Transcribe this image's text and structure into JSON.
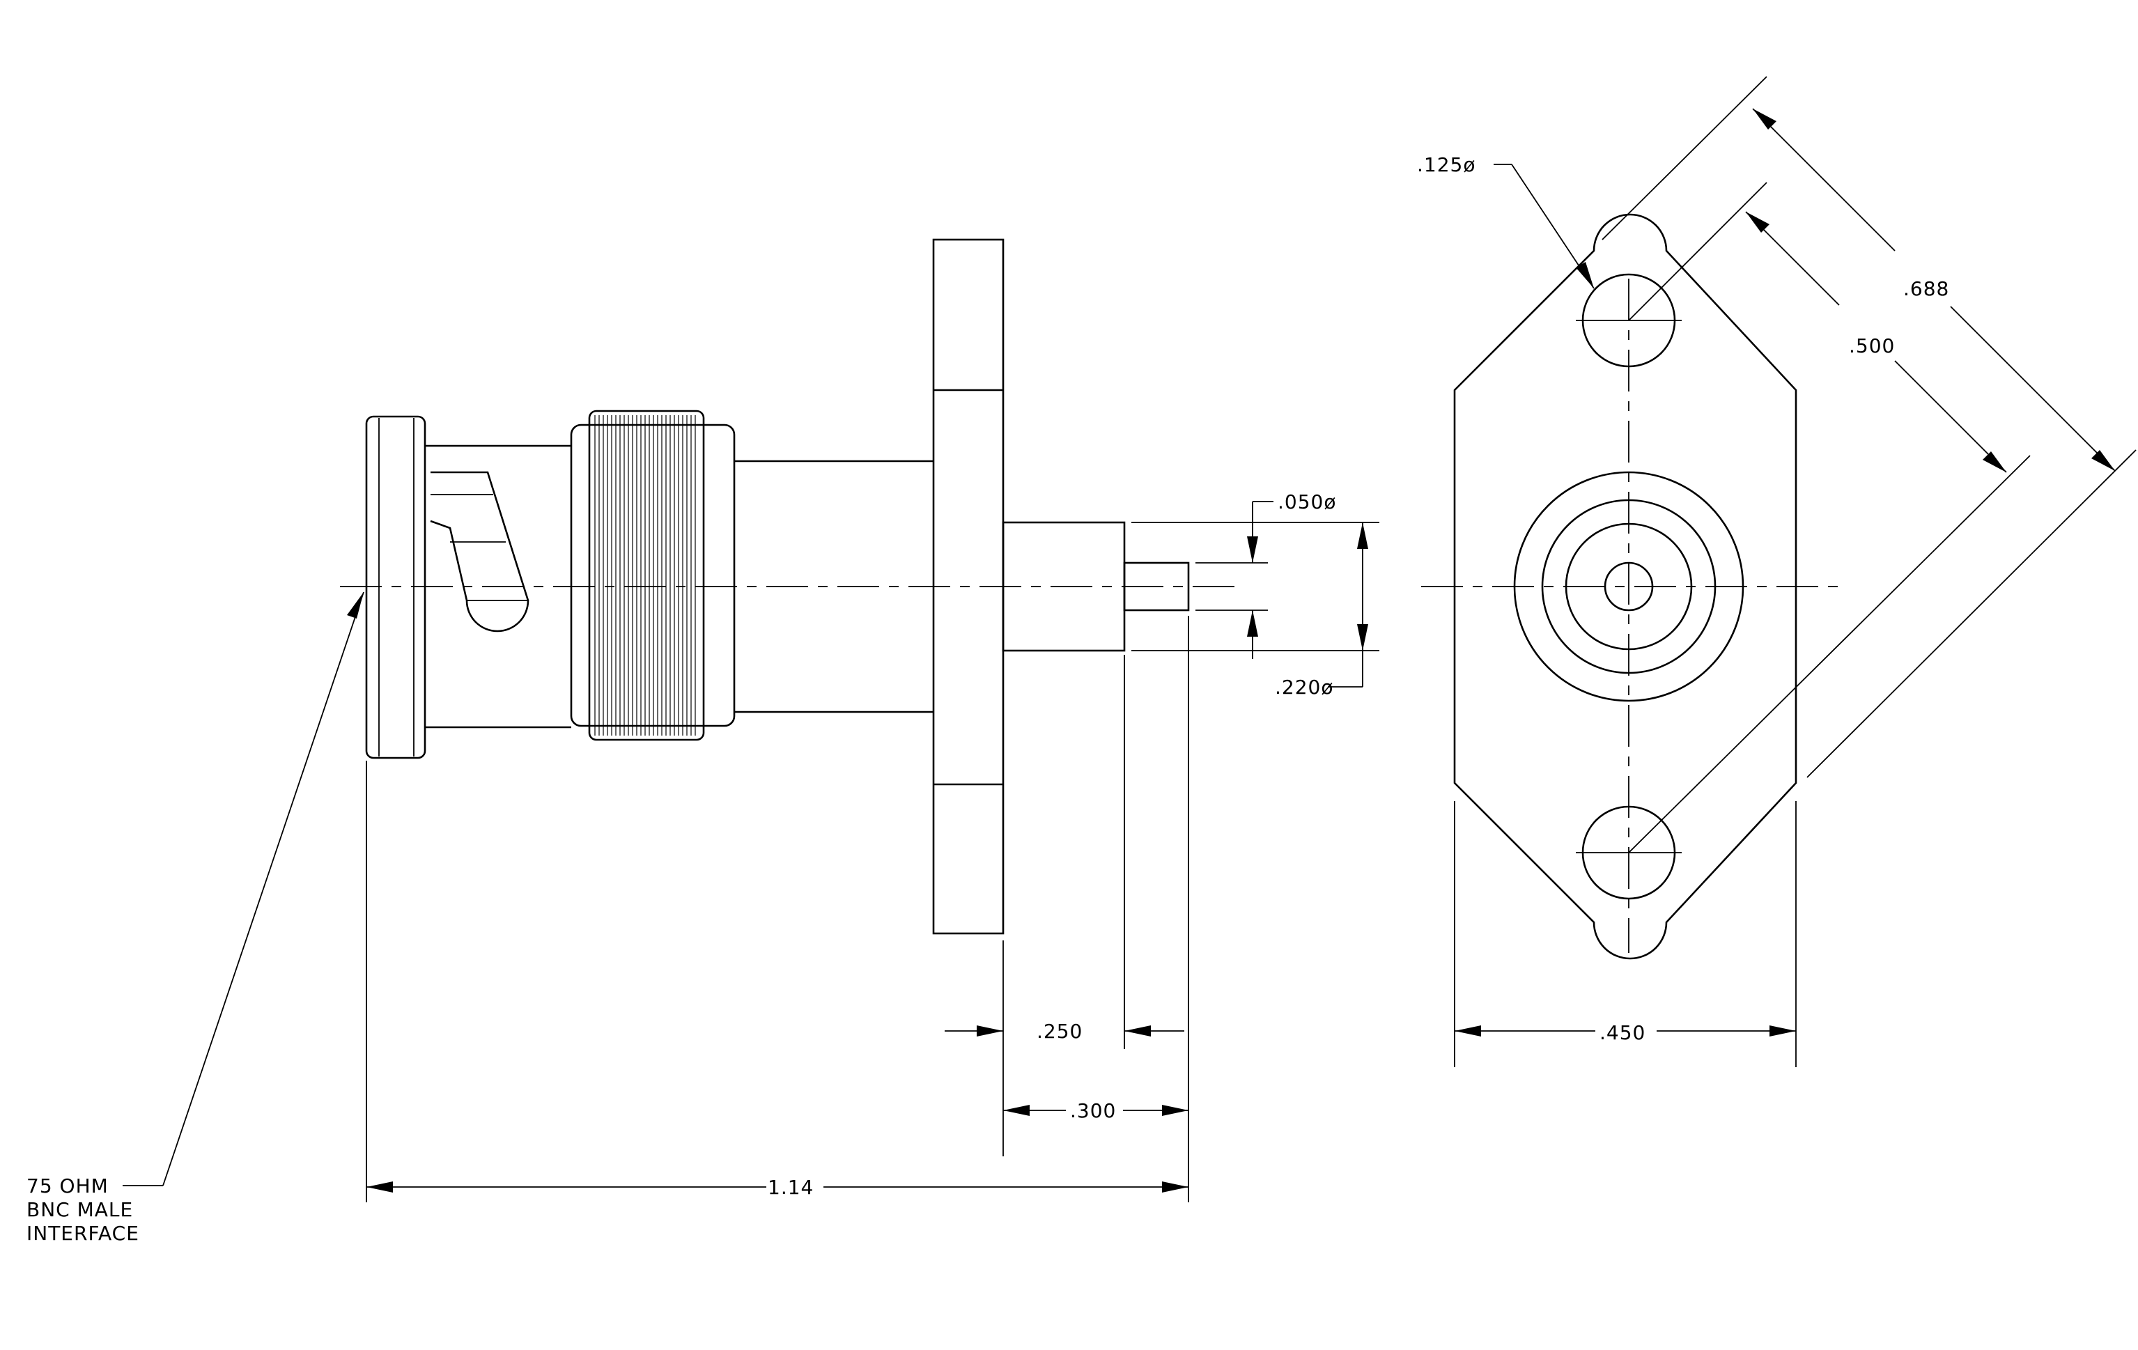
{
  "note": {
    "line1": "75 OHM",
    "line2": "BNC MALE",
    "line3": "INTERFACE"
  },
  "dimensions": {
    "overall_length": "1.14",
    "flange_to_pin_250": ".250",
    "flange_to_pin_300": ".300",
    "pin_diameter": ".050ø",
    "body_diameter": ".220ø",
    "mount_hole_diameter": ".125ø",
    "flange_diagonal_688": ".688",
    "hole_spacing_500": ".500",
    "flange_width_450": ".450"
  },
  "colors": {
    "line": "#000000",
    "background": "#ffffff"
  }
}
